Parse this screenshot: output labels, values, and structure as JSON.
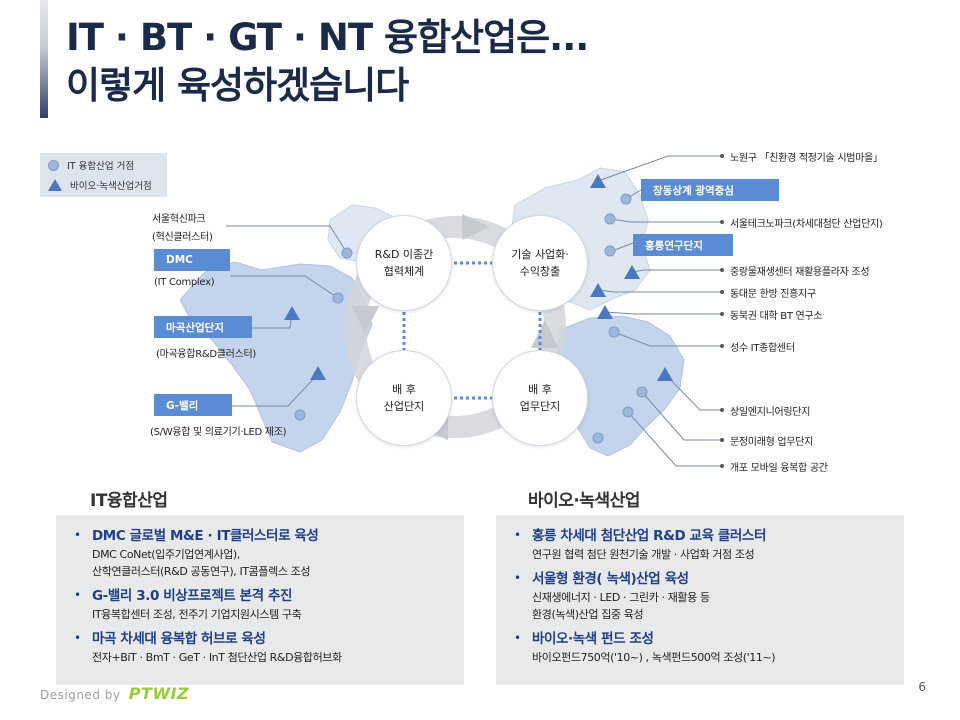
{
  "title": {
    "line1": "IT · BT · GT · NT 융합산업은...",
    "line2": "이렇게 육성하겠습니다"
  },
  "legend": {
    "it_base": "IT 융합산업 거점",
    "bio_base": "바이오·녹색산업거점"
  },
  "west_labels": {
    "seoul_hyeoksin": "서울혁신파크",
    "seoul_hyeoksin_sub": "(혁신클러스터)",
    "dmc": "DMC",
    "dmc_sub": "(IT Complex)",
    "magok": "마곡산업단지",
    "magok_sub": "(마곡융합R&D클러스터)",
    "gvalley": "G-밸리",
    "gvalley_sub": "(S/W융합 및 의료기기·LED 제조)"
  },
  "east_labels": {
    "nowon": "노원구 「친환경 적정기술 시범마을」",
    "changdong": "창동상계 광역중심",
    "seoul_tech": "서울테크노파크(차세대첨단 산업단지)",
    "hongneung": "홍릉연구단지",
    "jungnang": "중랑물재생센터 재활용플라자 조성",
    "dongdaemun": "동대문 한방 진흥지구",
    "dongbuk": "동북권 대학 BT 연구소",
    "seongsu": "성수 IT종합센터",
    "sangam_eng": "상일엔지니어링단지",
    "munjeong": "문정미래형 업무단지",
    "gaepo": "개포 모바일 융복합 공간"
  },
  "cycle": {
    "rnd": "R&D 이종간\n협력체계",
    "tech": "기술 사업화·\n수익창출",
    "back_industry": "배  후\n산업단지",
    "back_office": "배  후\n업무단지"
  },
  "it_section": {
    "title": "IT융합산업",
    "items": [
      {
        "head": "DMC 글로벌 M&E · IT클러스터로 육성",
        "lines": [
          "DMC CoNet(입주기업연계사업),",
          "산학연클러스터(R&D 공동연구), IT콤플렉스 조성"
        ]
      },
      {
        "head": "G-밸리 3.0 비상프로젝트 본격 추진",
        "lines": [
          "IT융복합센터 조성, 전주기 기업지원시스템 구축"
        ]
      },
      {
        "head": "마곡 차세대 융복합 허브로 육성",
        "lines": [
          "전자+BiT · BmT · GeT · InT 첨단산업 R&D융합허브화"
        ]
      }
    ]
  },
  "bio_section": {
    "title": "바이오·녹색산업",
    "items": [
      {
        "head": "홍릉 차세대 첨단산업 R&D 교육 클러스터",
        "lines": [
          "연구원 협력 첨단 원천기술 개발 · 사업화 거점 조성"
        ]
      },
      {
        "head": "서울형 환경( 녹색)산업 육성",
        "lines": [
          "신재생에너지 · LED · 그린카 · 재활용 등",
          "환경(녹색)산업 집중 육성"
        ]
      },
      {
        "head": "바이오·녹색 펀드 조성",
        "lines": [
          "바이오펀드750억('10~) , 녹색펀드500억 조성('11~)"
        ]
      }
    ]
  },
  "footer": {
    "designed_by": "Designed by",
    "brand": "PTWIZ",
    "page": "6"
  },
  "colors": {
    "accent": "#1f3f8a",
    "box_blue": "#5b8bd3",
    "map_light": "#dfe7f2",
    "map_mid": "#b9cce8"
  }
}
